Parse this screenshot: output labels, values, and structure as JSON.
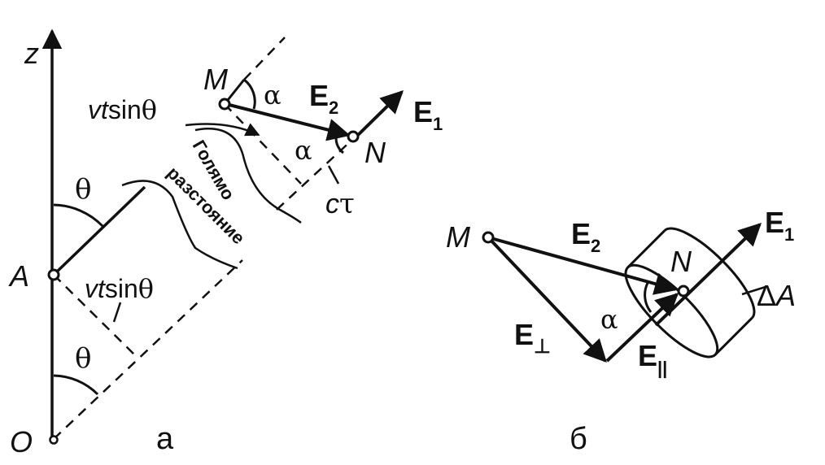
{
  "figure_a": {
    "caption": "а",
    "axis_label": "z",
    "origin_label": "O",
    "point_a_label": "A",
    "point_m_label": "M",
    "point_n_label": "N",
    "theta_upper": "θ",
    "theta_lower": "θ",
    "alpha_at_m": "α",
    "alpha_at_n": "α",
    "vector_e2": {
      "main": "E",
      "sub": "2"
    },
    "vector_e1": {
      "main": "E",
      "sub": "1"
    },
    "vt_sin_upper": {
      "vt": "vt",
      "sin": "sin",
      "theta": "θ"
    },
    "vt_sin_lower": {
      "vt": "vt",
      "sin": "sin",
      "theta": "θ"
    },
    "c_tau": {
      "c": "c",
      "tau": "τ"
    },
    "large_distance": "Голямо",
    "distance": "разстояние"
  },
  "figure_b": {
    "caption": "б",
    "point_m_label": "M",
    "point_n_label": "N",
    "vector_e2": {
      "main": "E",
      "sub": "2"
    },
    "vector_e1": {
      "main": "E",
      "sub": "1"
    },
    "e_perp": {
      "main": "E",
      "sub": "⊥"
    },
    "e_parallel": {
      "main": "E",
      "sub": "||"
    },
    "alpha": "α",
    "delta_a": {
      "delta": "Δ",
      "a": "A"
    }
  }
}
